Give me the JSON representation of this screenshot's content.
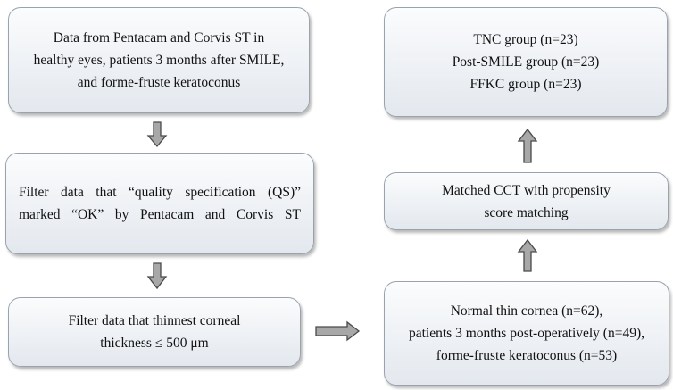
{
  "boxes": {
    "source": {
      "lines": [
        "Data from Pentacam and Corvis ST in",
        "healthy eyes, patients 3 months after SMILE,",
        "and forme-fruste keratoconus"
      ]
    },
    "qs_filter": {
      "lines": [
        "Filter data that “quality specification (QS)”",
        "marked “OK” by Pentacam and Corvis ST"
      ]
    },
    "thickness_filter": {
      "lines": [
        "Filter data that thinnest corneal",
        "thickness ≤ 500 μm"
      ]
    },
    "cohorts": {
      "lines": [
        "Normal thin cornea (n=62),",
        "patients 3 months post-operatively (n=49),",
        "forme-fruste keratoconus (n=53)"
      ]
    },
    "matching": {
      "lines": [
        "Matched CCT with propensity",
        "score matching"
      ]
    },
    "groups": {
      "lines": [
        "TNC group (n=23)",
        "Post-SMILE group (n=23)",
        "FFKC group (n=23)"
      ]
    }
  },
  "colors": {
    "box_border": "#9aa3ad",
    "box_fill_top": "#fbfcfd",
    "box_fill_bottom": "#e3e8ee",
    "arrow_fill": "#a8a8a8",
    "arrow_stroke": "#4a4a4a"
  }
}
